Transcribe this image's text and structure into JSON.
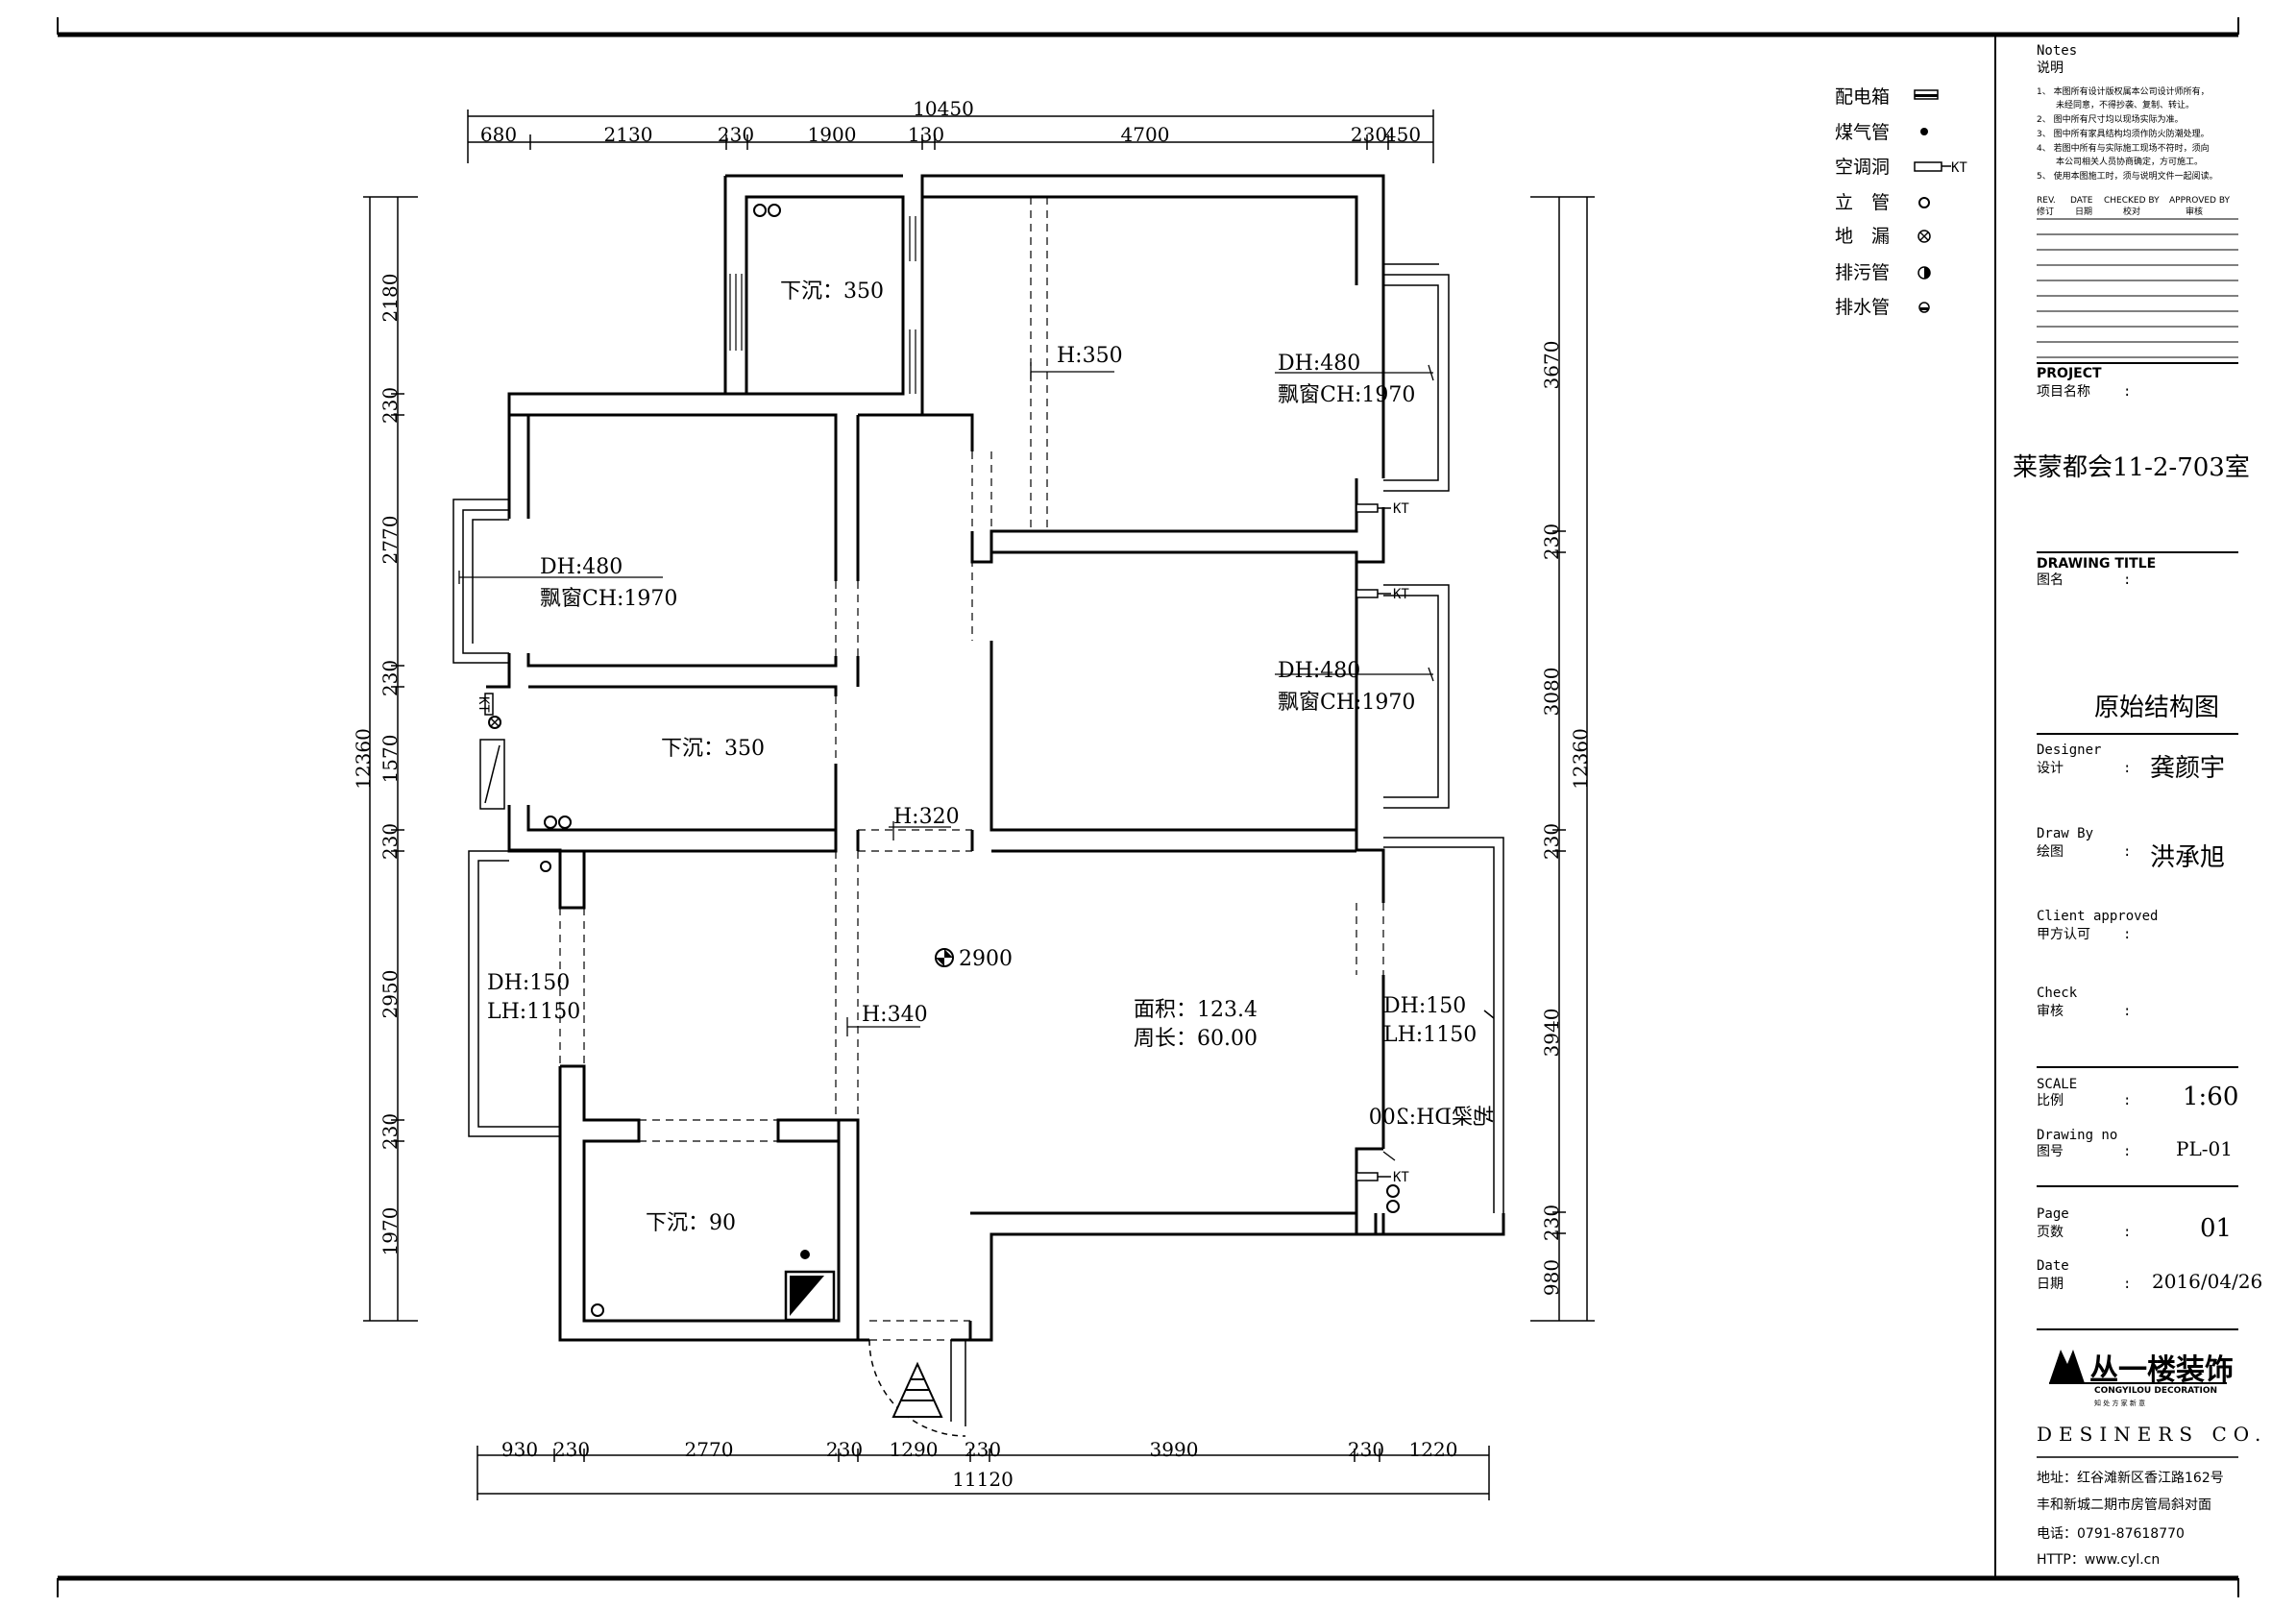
{
  "dims_top": {
    "total": "10450",
    "segments": [
      "680",
      "2130",
      "230",
      "1900",
      "130",
      "4700",
      "230",
      "450"
    ]
  },
  "dims_bottom": {
    "total": "11120",
    "segments": [
      "930",
      "230",
      "2770",
      "230",
      "1290",
      "230",
      "3990",
      "230",
      "1220"
    ]
  },
  "dims_left": {
    "total": "12360",
    "segments": [
      "2180",
      "230",
      "2770",
      "230",
      "1570",
      "230",
      "2950",
      "230",
      "1970"
    ]
  },
  "dims_right": {
    "total": "12360",
    "segments": [
      "3670",
      "230",
      "3080",
      "230",
      "3940",
      "230",
      "980"
    ]
  },
  "rooms": {
    "top_small": "下沉：350",
    "mid_small": "下沉：350",
    "bottom_small": "下沉：90",
    "h350": "H:350",
    "h320": "H:320",
    "h340": "H:340",
    "bay_tr_dh": "DH:480",
    "bay_tr_ch": "飘窗CH:1970",
    "bay_l_dh": "DH:480",
    "bay_l_ch": "飘窗CH:1970",
    "bay_r_dh": "DH:480",
    "bay_r_ch": "飘窗CH:1970",
    "bal_l_dh": "DH:150",
    "bal_l_lh": "LH:1150",
    "bal_r_dh": "DH:150",
    "bal_r_lh": "LH:1150",
    "elevation": "2900",
    "area": "面积：123.4",
    "perimeter": "周长：60.00",
    "beam": "地梁DH:200",
    "kt": "KT"
  },
  "legend": [
    {
      "label": "配电箱",
      "icon": "distribution-box-icon"
    },
    {
      "label": "煤气管",
      "icon": "gas-pipe-icon"
    },
    {
      "label": "空调洞",
      "icon": "ac-hole-icon",
      "suffix": "KT"
    },
    {
      "label": "立　管",
      "icon": "riser-pipe-icon"
    },
    {
      "label": "地　漏",
      "icon": "floor-drain-icon"
    },
    {
      "label": "排污管",
      "icon": "sewage-pipe-icon"
    },
    {
      "label": "排水管",
      "icon": "drain-pipe-icon"
    }
  ],
  "title_block": {
    "notes_en": "Notes",
    "notes_cn": "说明",
    "notes_lines": [
      "1、 本图所有设计版权属本公司设计师所有，",
      "未经同意，不得抄袭、复制、转让。",
      "2、 图中所有尺寸均以现场实际为准。",
      "3、 图中所有家具结构均须作防火防潮处理。",
      "4、 若图中所有与实际施工现场不符时，须向",
      "本公司相关人员协商确定，方可施工。",
      "5、 使用本图施工时，须与说明文件一起阅读。"
    ],
    "rev": "REV.",
    "rev_cn": "修订",
    "date": "DATE",
    "date_cn": "日期",
    "checked": "CHECKED BY",
    "checked_cn": "校对",
    "approved": "APPROVED BY",
    "approved_cn": "审核",
    "project_en": "PROJECT",
    "project_cn": "项目名称",
    "project_name": "莱蒙都会11-2-703室",
    "drawing_title_en": "DRAWING TITLE",
    "drawing_title_cn": "图名",
    "drawing_title": "原始结构图",
    "designer_en": "Designer",
    "designer_cn": "设计",
    "designer": "龚颜宇",
    "drawby_en": "Draw By",
    "drawby_cn": "绘图",
    "drawby": "洪承旭",
    "client_en": "Client approved",
    "client_cn": "甲方认可",
    "check_en": "Check",
    "check_cn": "审核",
    "scale_en": "SCALE",
    "scale_cn": "比例",
    "scale": "1:60",
    "drawingno_en": "Drawing  no",
    "drawingno_cn": "图号",
    "drawingno": "PL-01",
    "page_en": "Page",
    "page_cn": "页数",
    "page": "01",
    "datef_en": "Date",
    "datef_cn": "日期",
    "datef": "2016/04/26",
    "colon": ":",
    "company_cn": "丛一楼装饰",
    "company_en": "CONGYILOU DECORATION",
    "company_tag": "知 处 方 家 新 意",
    "desiners": "DESINERS  CO.",
    "address1": "地址：红谷滩新区香江路162号",
    "address2": "丰和新城二期市房管局斜对面",
    "phone": "电话：0791-87618770",
    "http": "HTTP：www.cyl.cn"
  }
}
